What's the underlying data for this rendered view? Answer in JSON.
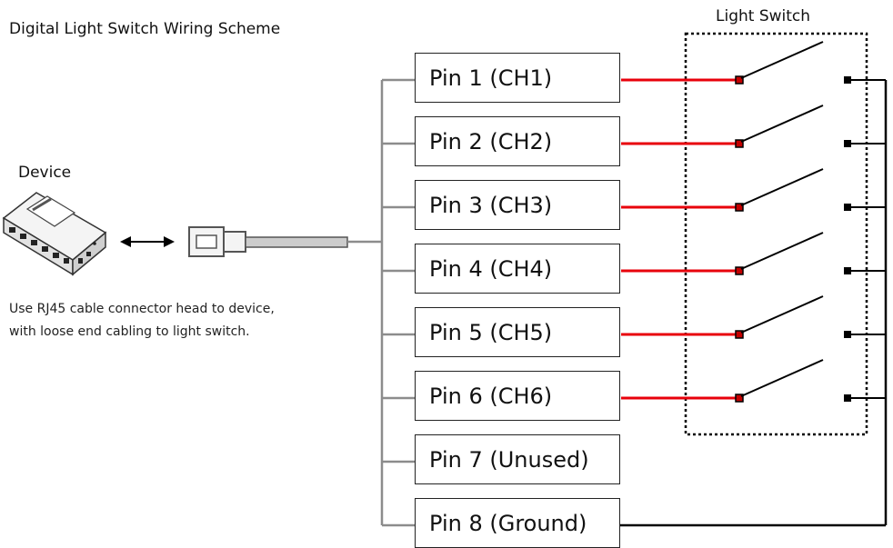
{
  "diagram": {
    "title": "Digital Light Switch Wiring Scheme",
    "switch_title": "Light Switch",
    "device_label": "Device",
    "note_lines": [
      "Use RJ45 cable connector head to device,",
      "with loose end cabling to light switch."
    ],
    "pins": [
      {
        "label": "Pin 1 (CH1)",
        "switched": true
      },
      {
        "label": "Pin 2 (CH2)",
        "switched": true
      },
      {
        "label": "Pin 3 (CH3)",
        "switched": true
      },
      {
        "label": "Pin 4 (CH4)",
        "switched": true
      },
      {
        "label": "Pin 5 (CH5)",
        "switched": true
      },
      {
        "label": "Pin 6 (CH6)",
        "switched": true
      },
      {
        "label": "Pin 7 (Unused)",
        "switched": false
      },
      {
        "label": "Pin 8 (Ground)",
        "switched": false
      }
    ],
    "colors": {
      "signal_wire": "#e8000b",
      "ground_wire": "#000000",
      "harness_wire": "#8c8c8c"
    },
    "icons": [
      "network-device-icon",
      "double-arrow-icon",
      "rj45-plug-icon"
    ]
  }
}
